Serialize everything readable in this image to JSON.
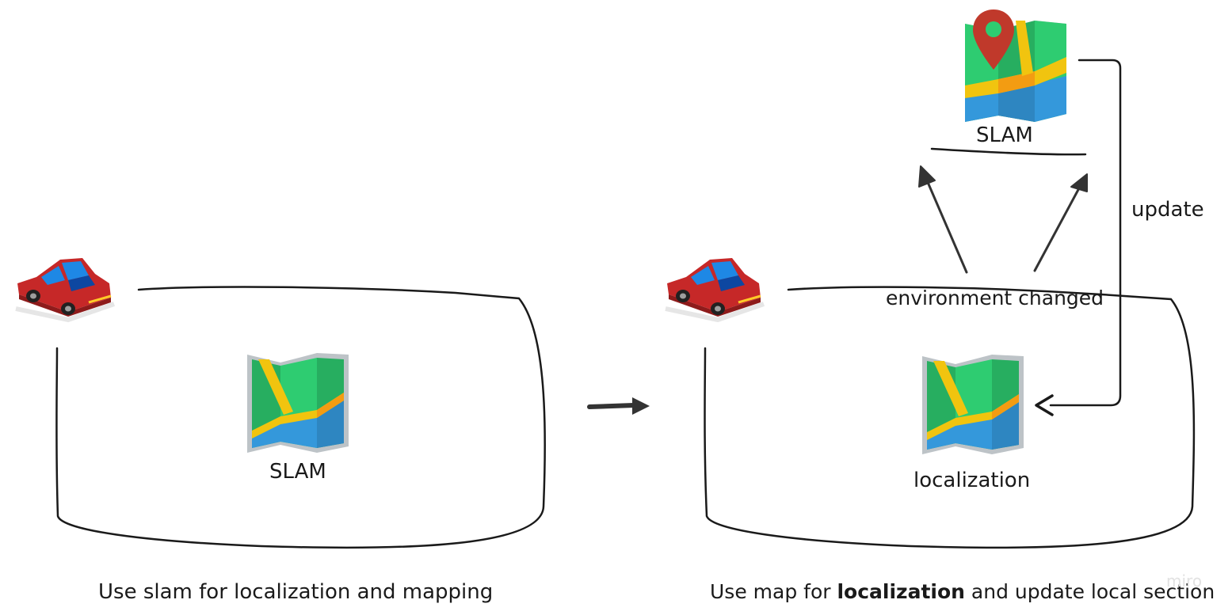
{
  "left_panel": {
    "map_label": "SLAM",
    "caption": "Use slam for localization and mapping"
  },
  "right_panel": {
    "map_label": "localization",
    "top_map_label": "SLAM",
    "env_label": "environment changed",
    "update_label": "update",
    "caption_pre": "Use map for ",
    "caption_bold": "localization",
    "caption_post": " and update local section"
  },
  "watermark": "miro",
  "colors": {
    "car_body": "#c62828",
    "car_window": "#1e88e5",
    "map_green": "#2ecc71",
    "map_dark_green": "#27ae60",
    "map_yellow": "#f1c40f",
    "map_orange": "#f39c12",
    "map_blue": "#3498db",
    "map_dark_blue": "#2e86c1",
    "pin_red": "#c0392b",
    "stroke": "#1a1a1a",
    "arrow": "#333333"
  },
  "icons": [
    "car-icon",
    "folded-map-icon",
    "map-pin-icon",
    "arrow-right-icon",
    "arrow-up-icon",
    "arrow-left-icon"
  ]
}
